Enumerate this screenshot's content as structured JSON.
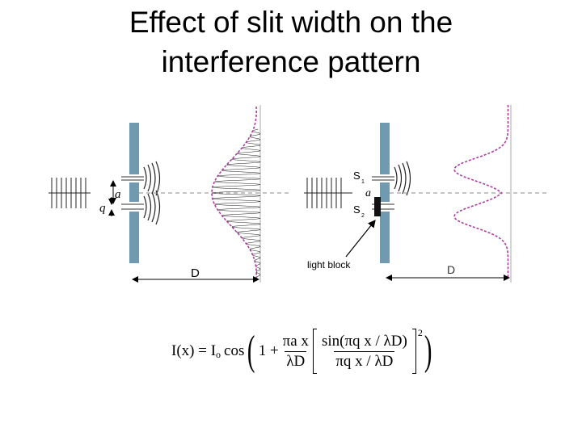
{
  "title": {
    "line1": "Effect of slit width on the",
    "line2": "interference pattern"
  },
  "left_diagram": {
    "label_a": "a",
    "label_q": "q",
    "label_D": "D"
  },
  "right_diagram": {
    "label_S1": "S",
    "label_S1_sub": "1",
    "label_a": "a",
    "label_S2": "S",
    "label_S2_sub": "2",
    "label_D": "D",
    "light_block_label": "light block"
  },
  "formula": {
    "lhs": "I(x) = I",
    "lhs_sub": "o",
    "cos": "cos",
    "one_plus": "1 +",
    "frac1_num": "πa x",
    "frac1_den": "λD",
    "frac2_num": "sin(πq x / λD)",
    "frac2_den": "πq x / λD",
    "exponent": "2"
  },
  "colors": {
    "barrier": "#6f9ab0",
    "envelope": "#b03aa0",
    "axis": "#888888"
  }
}
